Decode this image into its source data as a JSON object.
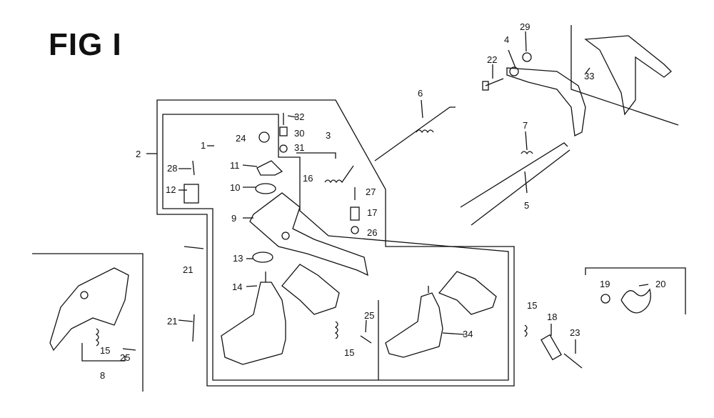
{
  "figure": {
    "title": "FIG I"
  },
  "callouts": [
    {
      "id": "c1",
      "label": "1"
    },
    {
      "id": "c2",
      "label": "2"
    },
    {
      "id": "c3",
      "label": "3"
    },
    {
      "id": "c4",
      "label": "4"
    },
    {
      "id": "c5",
      "label": "5"
    },
    {
      "id": "c6",
      "label": "6"
    },
    {
      "id": "c7",
      "label": "7"
    },
    {
      "id": "c8",
      "label": "8"
    },
    {
      "id": "c9",
      "label": "9"
    },
    {
      "id": "c10",
      "label": "10"
    },
    {
      "id": "c11",
      "label": "11"
    },
    {
      "id": "c12",
      "label": "12"
    },
    {
      "id": "c13",
      "label": "13"
    },
    {
      "id": "c14",
      "label": "14"
    },
    {
      "id": "c15a",
      "label": "15"
    },
    {
      "id": "c15b",
      "label": "15"
    },
    {
      "id": "c15c",
      "label": "15"
    },
    {
      "id": "c16",
      "label": "16"
    },
    {
      "id": "c17",
      "label": "17"
    },
    {
      "id": "c18",
      "label": "18"
    },
    {
      "id": "c19",
      "label": "19"
    },
    {
      "id": "c20",
      "label": "20"
    },
    {
      "id": "c21a",
      "label": "21"
    },
    {
      "id": "c21b",
      "label": "21"
    },
    {
      "id": "c22",
      "label": "22"
    },
    {
      "id": "c23",
      "label": "23"
    },
    {
      "id": "c24",
      "label": "24"
    },
    {
      "id": "c25a",
      "label": "25"
    },
    {
      "id": "c25b",
      "label": "25"
    },
    {
      "id": "c26",
      "label": "26"
    },
    {
      "id": "c27",
      "label": "27"
    },
    {
      "id": "c28",
      "label": "28"
    },
    {
      "id": "c29",
      "label": "29"
    },
    {
      "id": "c30",
      "label": "30"
    },
    {
      "id": "c31",
      "label": "31"
    },
    {
      "id": "c32",
      "label": "32"
    },
    {
      "id": "c33",
      "label": "33"
    },
    {
      "id": "c34",
      "label": "34"
    }
  ]
}
